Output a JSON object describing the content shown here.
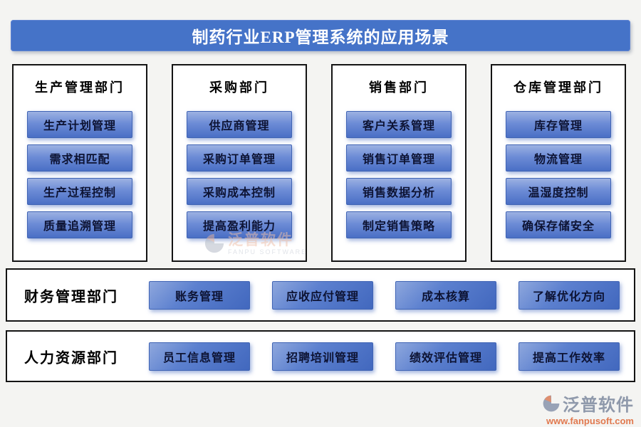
{
  "title": "制药行业ERP管理系统的应用场景",
  "departments": [
    {
      "label": "生产管理部门",
      "items": [
        "生产计划管理",
        "需求相匹配",
        "生产过程控制",
        "质量追溯管理"
      ]
    },
    {
      "label": "采购部门",
      "items": [
        "供应商管理",
        "采购订单管理",
        "采购成本控制",
        "提高盈利能力"
      ]
    },
    {
      "label": "销售部门",
      "items": [
        "客户关系管理",
        "销售订单管理",
        "销售数据分析",
        "制定销售策略"
      ]
    },
    {
      "label": "仓库管理部门",
      "items": [
        "库存管理",
        "物流管理",
        "温湿度控制",
        "确保存储安全"
      ]
    }
  ],
  "finance_row": {
    "label": "财务管理部门",
    "items": [
      "账务管理",
      "应收应付管理",
      "成本核算",
      "了解优化方向"
    ]
  },
  "hr_row": {
    "label": "人力资源部门",
    "items": [
      "员工信息管理",
      "招聘培训管理",
      "绩效评估管理",
      "提高工作效率"
    ]
  },
  "watermark": {
    "brand": "泛普软件",
    "subtitle": "FANPU SOFTWARE"
  },
  "footer": {
    "brand": "泛普软件",
    "website": "www.fanpusoft.com"
  },
  "colors": {
    "title_bg": "#4573C8",
    "button_gradient_top": "#9CB1E2",
    "button_gradient_bottom": "#4A6FC5",
    "button_text": "#0D1333",
    "panel_border": "#141414",
    "brand_gray": "#8F99AB",
    "brand_orange": "#E1794F"
  }
}
